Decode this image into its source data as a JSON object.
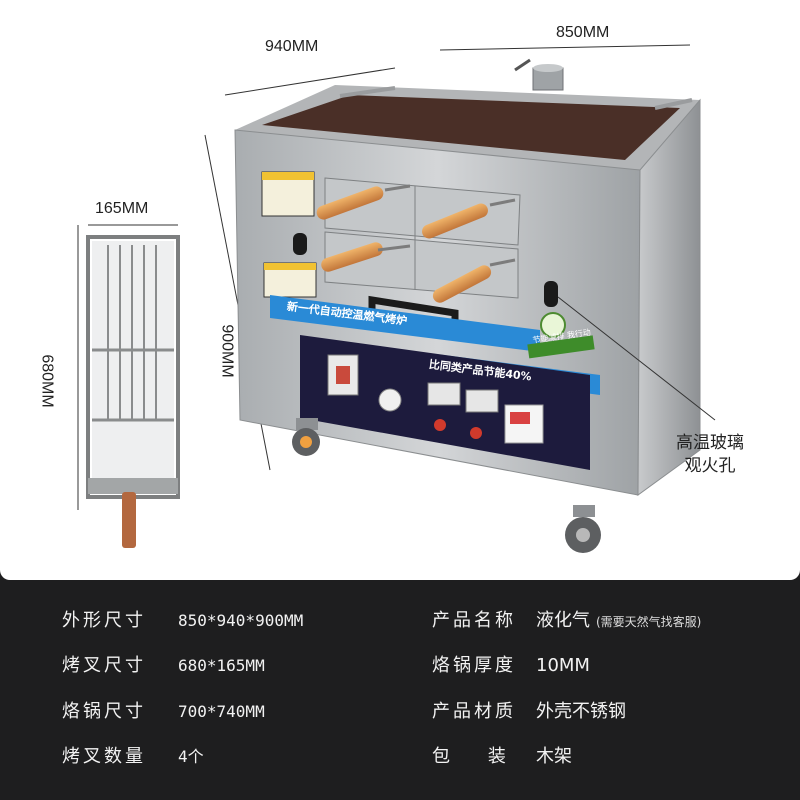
{
  "dimensions": {
    "width_top": "940MM",
    "depth_top": "850MM",
    "height_side": "900MM",
    "fork_width": "165MM",
    "fork_length": "680MM"
  },
  "callout": {
    "line1": "高温玻璃",
    "line2": "观火孔"
  },
  "machine_labels": {
    "banner": "新一代自动控温燃气烤炉",
    "slogan": "比同类产品节能40%",
    "eco_badge": "节能减排 我行动"
  },
  "specs": [
    {
      "label": "外形尺寸",
      "value": "850*940*900MM",
      "label2": "产品名称",
      "value2": "液化气",
      "note2": "(需要天然气找客服)"
    },
    {
      "label": "烤叉尺寸",
      "value": "680*165MM",
      "label2": "烙锅厚度",
      "value2": "10MM",
      "note2": ""
    },
    {
      "label": "烙锅尺寸",
      "value": "700*740MM",
      "label2": "产品材质",
      "value2": "外壳不锈钢",
      "note2": ""
    },
    {
      "label": "烤叉数量",
      "value": "4个",
      "label2": "包    装",
      "value2": "木架",
      "note2": ""
    }
  ],
  "colors": {
    "stainless": "#b9bcbe",
    "top_plate": "#4a2f27",
    "wood_handle": "#d9954d",
    "banner_blue": "#2a8ad6",
    "control_panel": "#1d1b3d",
    "background_dark": "#1e1e1f"
  }
}
